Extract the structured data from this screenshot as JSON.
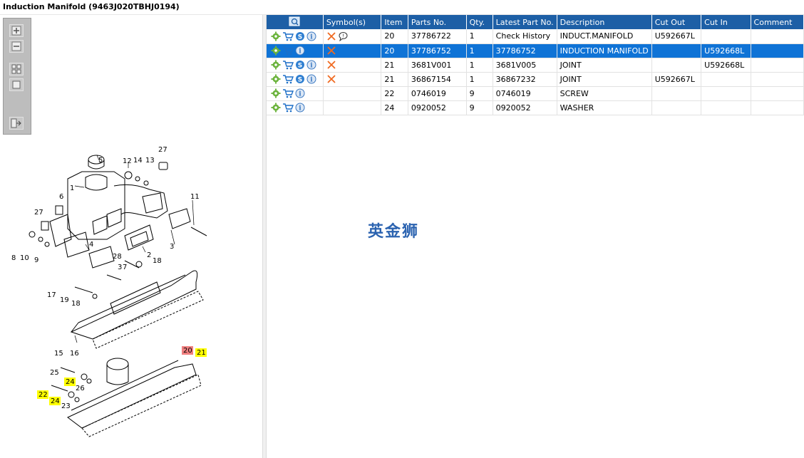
{
  "title": "Induction Manifold (9463J020TBHJ0194)",
  "table": {
    "columns": [
      "",
      "Symbol(s)",
      "Item",
      "Parts No.",
      "Qty.",
      "Latest Part No.",
      "Description",
      "Cut Out",
      "Cut In",
      "Comment"
    ],
    "rows": [
      {
        "item": "20",
        "parts_no": "37786722",
        "qty": "1",
        "latest": "Check History",
        "desc": "INDUCT.MANIFOLD",
        "cut_out": "U592667L",
        "cut_in": "",
        "comment": "",
        "has_s": true,
        "has_x": true,
        "has_bubble": true,
        "selected": false
      },
      {
        "item": "20",
        "parts_no": "37786752",
        "qty": "1",
        "latest": "37786752",
        "desc": "INDUCTION MANIFOLD",
        "cut_out": "",
        "cut_in": "U592668L",
        "comment": "",
        "has_s": false,
        "has_x": true,
        "has_bubble": false,
        "selected": true
      },
      {
        "item": "21",
        "parts_no": "3681V001",
        "qty": "1",
        "latest": "3681V005",
        "desc": "JOINT",
        "cut_out": "",
        "cut_in": "U592668L",
        "comment": "",
        "has_s": true,
        "has_x": true,
        "has_bubble": false,
        "selected": false
      },
      {
        "item": "21",
        "parts_no": "36867154",
        "qty": "1",
        "latest": "36867232",
        "desc": "JOINT",
        "cut_out": "U592667L",
        "cut_in": "",
        "comment": "",
        "has_s": true,
        "has_x": true,
        "has_bubble": false,
        "selected": false
      },
      {
        "item": "22",
        "parts_no": "0746019",
        "qty": "9",
        "latest": "0746019",
        "desc": "SCREW",
        "cut_out": "",
        "cut_in": "",
        "comment": "",
        "has_s": false,
        "has_x": false,
        "has_bubble": false,
        "selected": false
      },
      {
        "item": "24",
        "parts_no": "0920052",
        "qty": "9",
        "latest": "0920052",
        "desc": "WASHER",
        "cut_out": "",
        "cut_in": "",
        "comment": "",
        "has_s": false,
        "has_x": false,
        "has_bubble": false,
        "selected": false
      }
    ]
  },
  "icons": {
    "header_icon": "magnifier-icon",
    "row_icons": [
      "gear-icon",
      "cart-icon",
      "s-badge-icon",
      "info-icon"
    ],
    "symbol_icons": [
      "cross-icon",
      "speech-bubble-icon"
    ]
  },
  "toolbox": [
    "zoom-in-icon",
    "zoom-out-icon",
    "fit-all-icon",
    "fit-page-icon",
    "export-icon"
  ],
  "watermark": "英金狮",
  "drawing": {
    "callouts": [
      "27",
      "5",
      "12",
      "14",
      "13",
      "1",
      "6",
      "11",
      "27",
      "8",
      "10",
      "9",
      "4",
      "3",
      "2",
      "3",
      "28",
      "7",
      "18",
      "17",
      "19",
      "18",
      "15",
      "16",
      "25",
      "24",
      "26",
      "22",
      "24",
      "23",
      "20",
      "21"
    ],
    "highlighted": {
      "20": "#f08080",
      "21": "#ffff00",
      "22": "#ffff00",
      "24": "#ffff00"
    }
  },
  "colors": {
    "header": "#1d5fa6",
    "selected": "#0f73d6"
  }
}
